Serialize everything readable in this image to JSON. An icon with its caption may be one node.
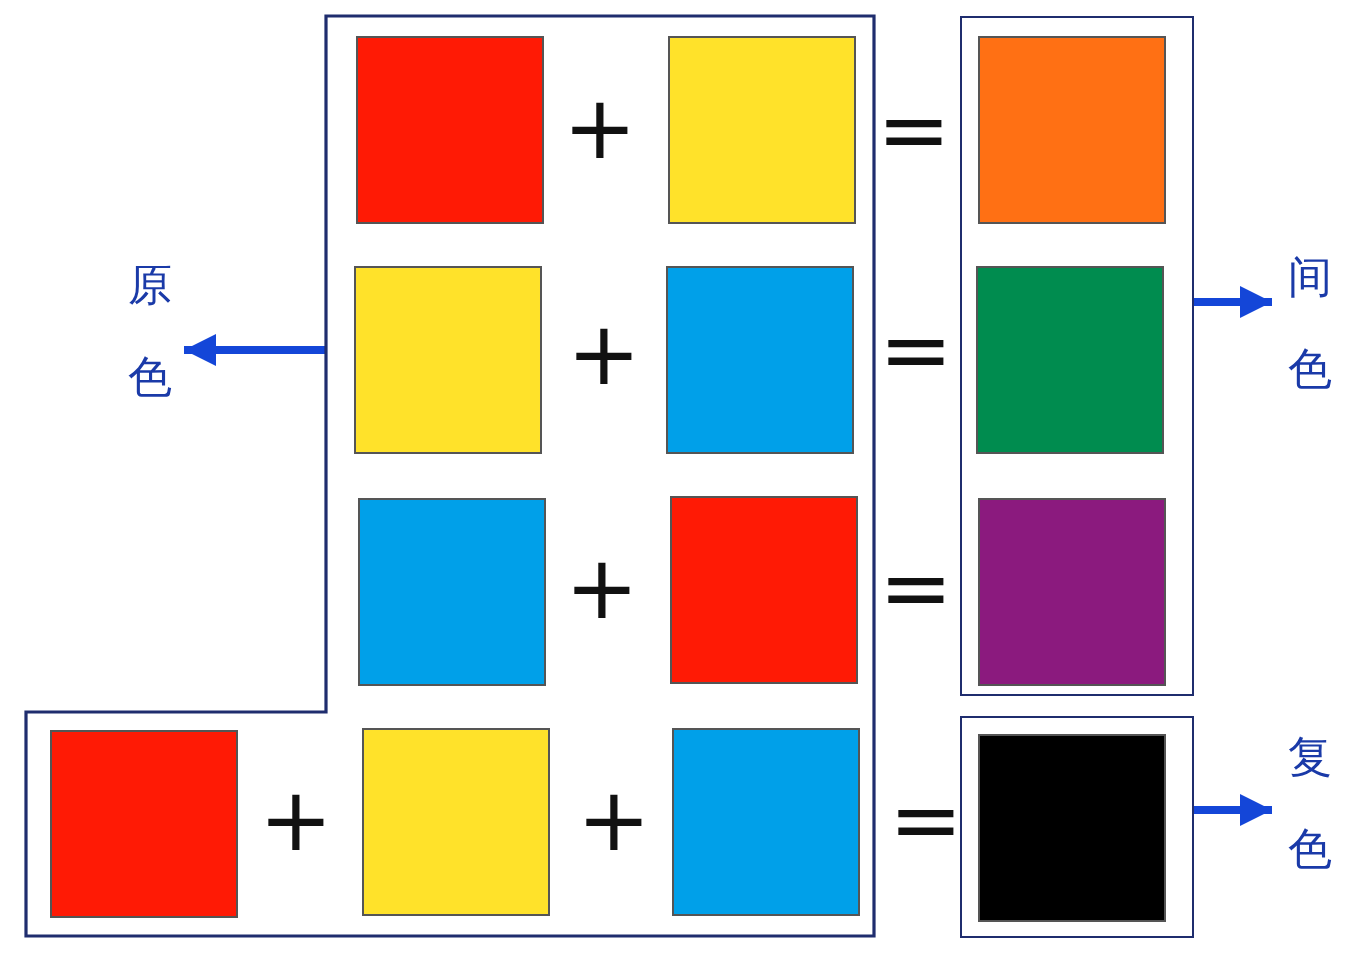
{
  "diagram": {
    "nodes": [
      {
        "text": [],
        "shape": "box"
      },
      {
        "text": [
          "原色"
        ]
      },
      {
        "text": [],
        "shape": "box"
      },
      {
        "text": [
          "间色"
        ]
      },
      {
        "text": [],
        "shape": "box"
      },
      {
        "text": [
          "复色"
        ]
      },
      {
        "text": [],
        "shape": "box",
        "in": 0
      },
      {
        "text": [],
        "shape": "box",
        "in": 0
      },
      {
        "text": [],
        "shape": "box",
        "in": 2
      },
      {
        "text": [],
        "shape": "box",
        "in": 0
      },
      {
        "text": [],
        "shape": "box",
        "in": 0
      },
      {
        "text": [],
        "shape": "box",
        "in": 2
      },
      {
        "text": [],
        "shape": "box",
        "in": 0
      },
      {
        "text": [],
        "shape": "box",
        "in": 0
      },
      {
        "text": [],
        "shape": "box",
        "in": 2
      },
      {
        "text": [],
        "shape": "box",
        "in": 0
      },
      {
        "text": [],
        "shape": "box",
        "in": 0
      },
      {
        "text": [],
        "shape": "box",
        "in": 0
      },
      {
        "text": [],
        "shape": "box",
        "in": 4
      }
    ],
    "edges": [
      {
        "from": 0,
        "to": 1,
        "arrow": "to"
      },
      {
        "from": 2,
        "to": 3,
        "arrow": "to"
      },
      {
        "from": 4,
        "to": 5,
        "arrow": "to"
      }
    ],
    "labels": [
      "+",
      "=",
      "+",
      "=",
      "+",
      "=",
      "+",
      "+",
      "="
    ]
  }
}
